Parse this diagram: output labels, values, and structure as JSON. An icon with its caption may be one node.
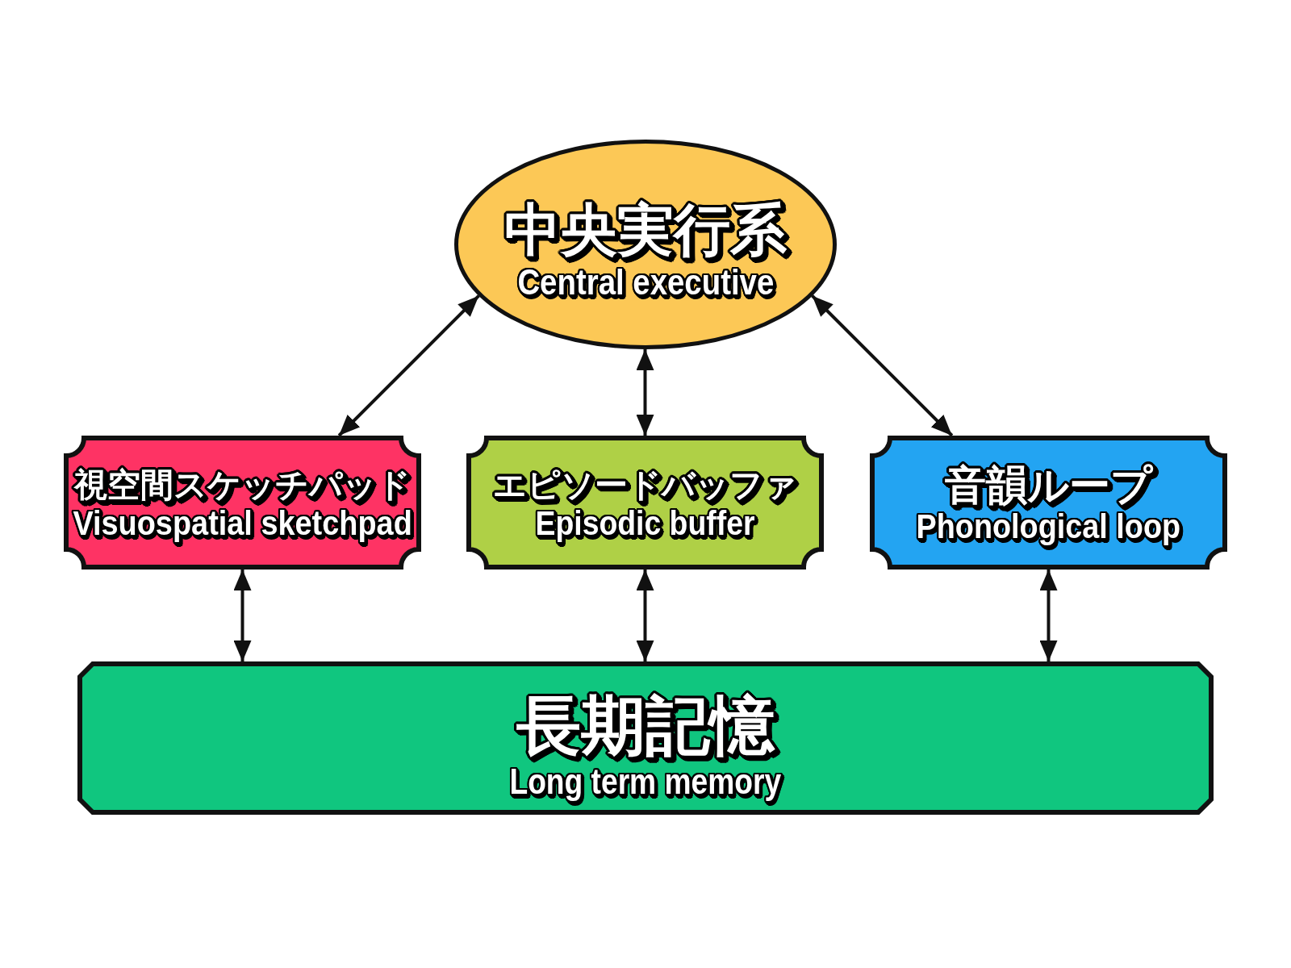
{
  "diagram": {
    "nodes": [
      {
        "text": [
          "中央実行系",
          "Central executive"
        ]
      },
      {
        "text": [
          "視空間スケッチパッド",
          "Visuospatial sketchpad"
        ]
      },
      {
        "text": [
          "エピソードバッファ",
          "Episodic buffer"
        ]
      },
      {
        "text": [
          "音韻ループ",
          "Phonological loop"
        ]
      },
      {
        "text": [
          "長期記憶",
          "Long term memory"
        ]
      }
    ],
    "edges": [
      {
        "from": 0,
        "to": 1,
        "arrow": "both"
      },
      {
        "from": 0,
        "to": 2,
        "arrow": "both"
      },
      {
        "from": 0,
        "to": 3,
        "arrow": "both"
      },
      {
        "from": 1,
        "to": 4,
        "arrow": "both"
      },
      {
        "from": 2,
        "to": 4,
        "arrow": "both"
      },
      {
        "from": 3,
        "to": 4,
        "arrow": "both"
      }
    ]
  }
}
